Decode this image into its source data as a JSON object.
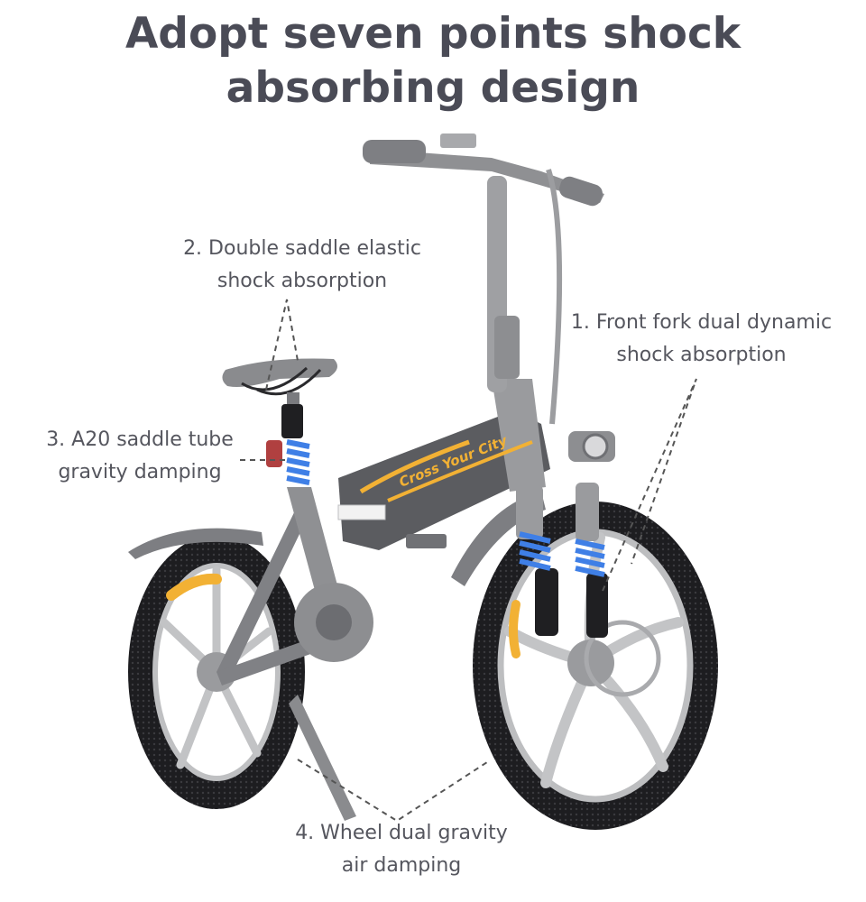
{
  "title": {
    "line1": "Adopt seven points shock",
    "line2": "absorbing design"
  },
  "callouts": {
    "saddle": {
      "line1": "2. Double saddle elastic",
      "line2": "shock absorption"
    },
    "fork": {
      "line1": "1. Front fork dual dynamic",
      "line2": "shock absorption"
    },
    "tube": {
      "line1": "3. A20 saddle tube",
      "line2": "gravity damping"
    },
    "wheel": {
      "line1": "4. Wheel dual gravity",
      "line2": "air damping"
    }
  },
  "frame_text": "Cross Your City",
  "colors": {
    "frame": "#8a8b8e",
    "frame_dark": "#55565a",
    "accent": "#f2b134",
    "spring": "#3f7fe6",
    "tire": "#1b1b1d",
    "text": "#4a4b56"
  }
}
